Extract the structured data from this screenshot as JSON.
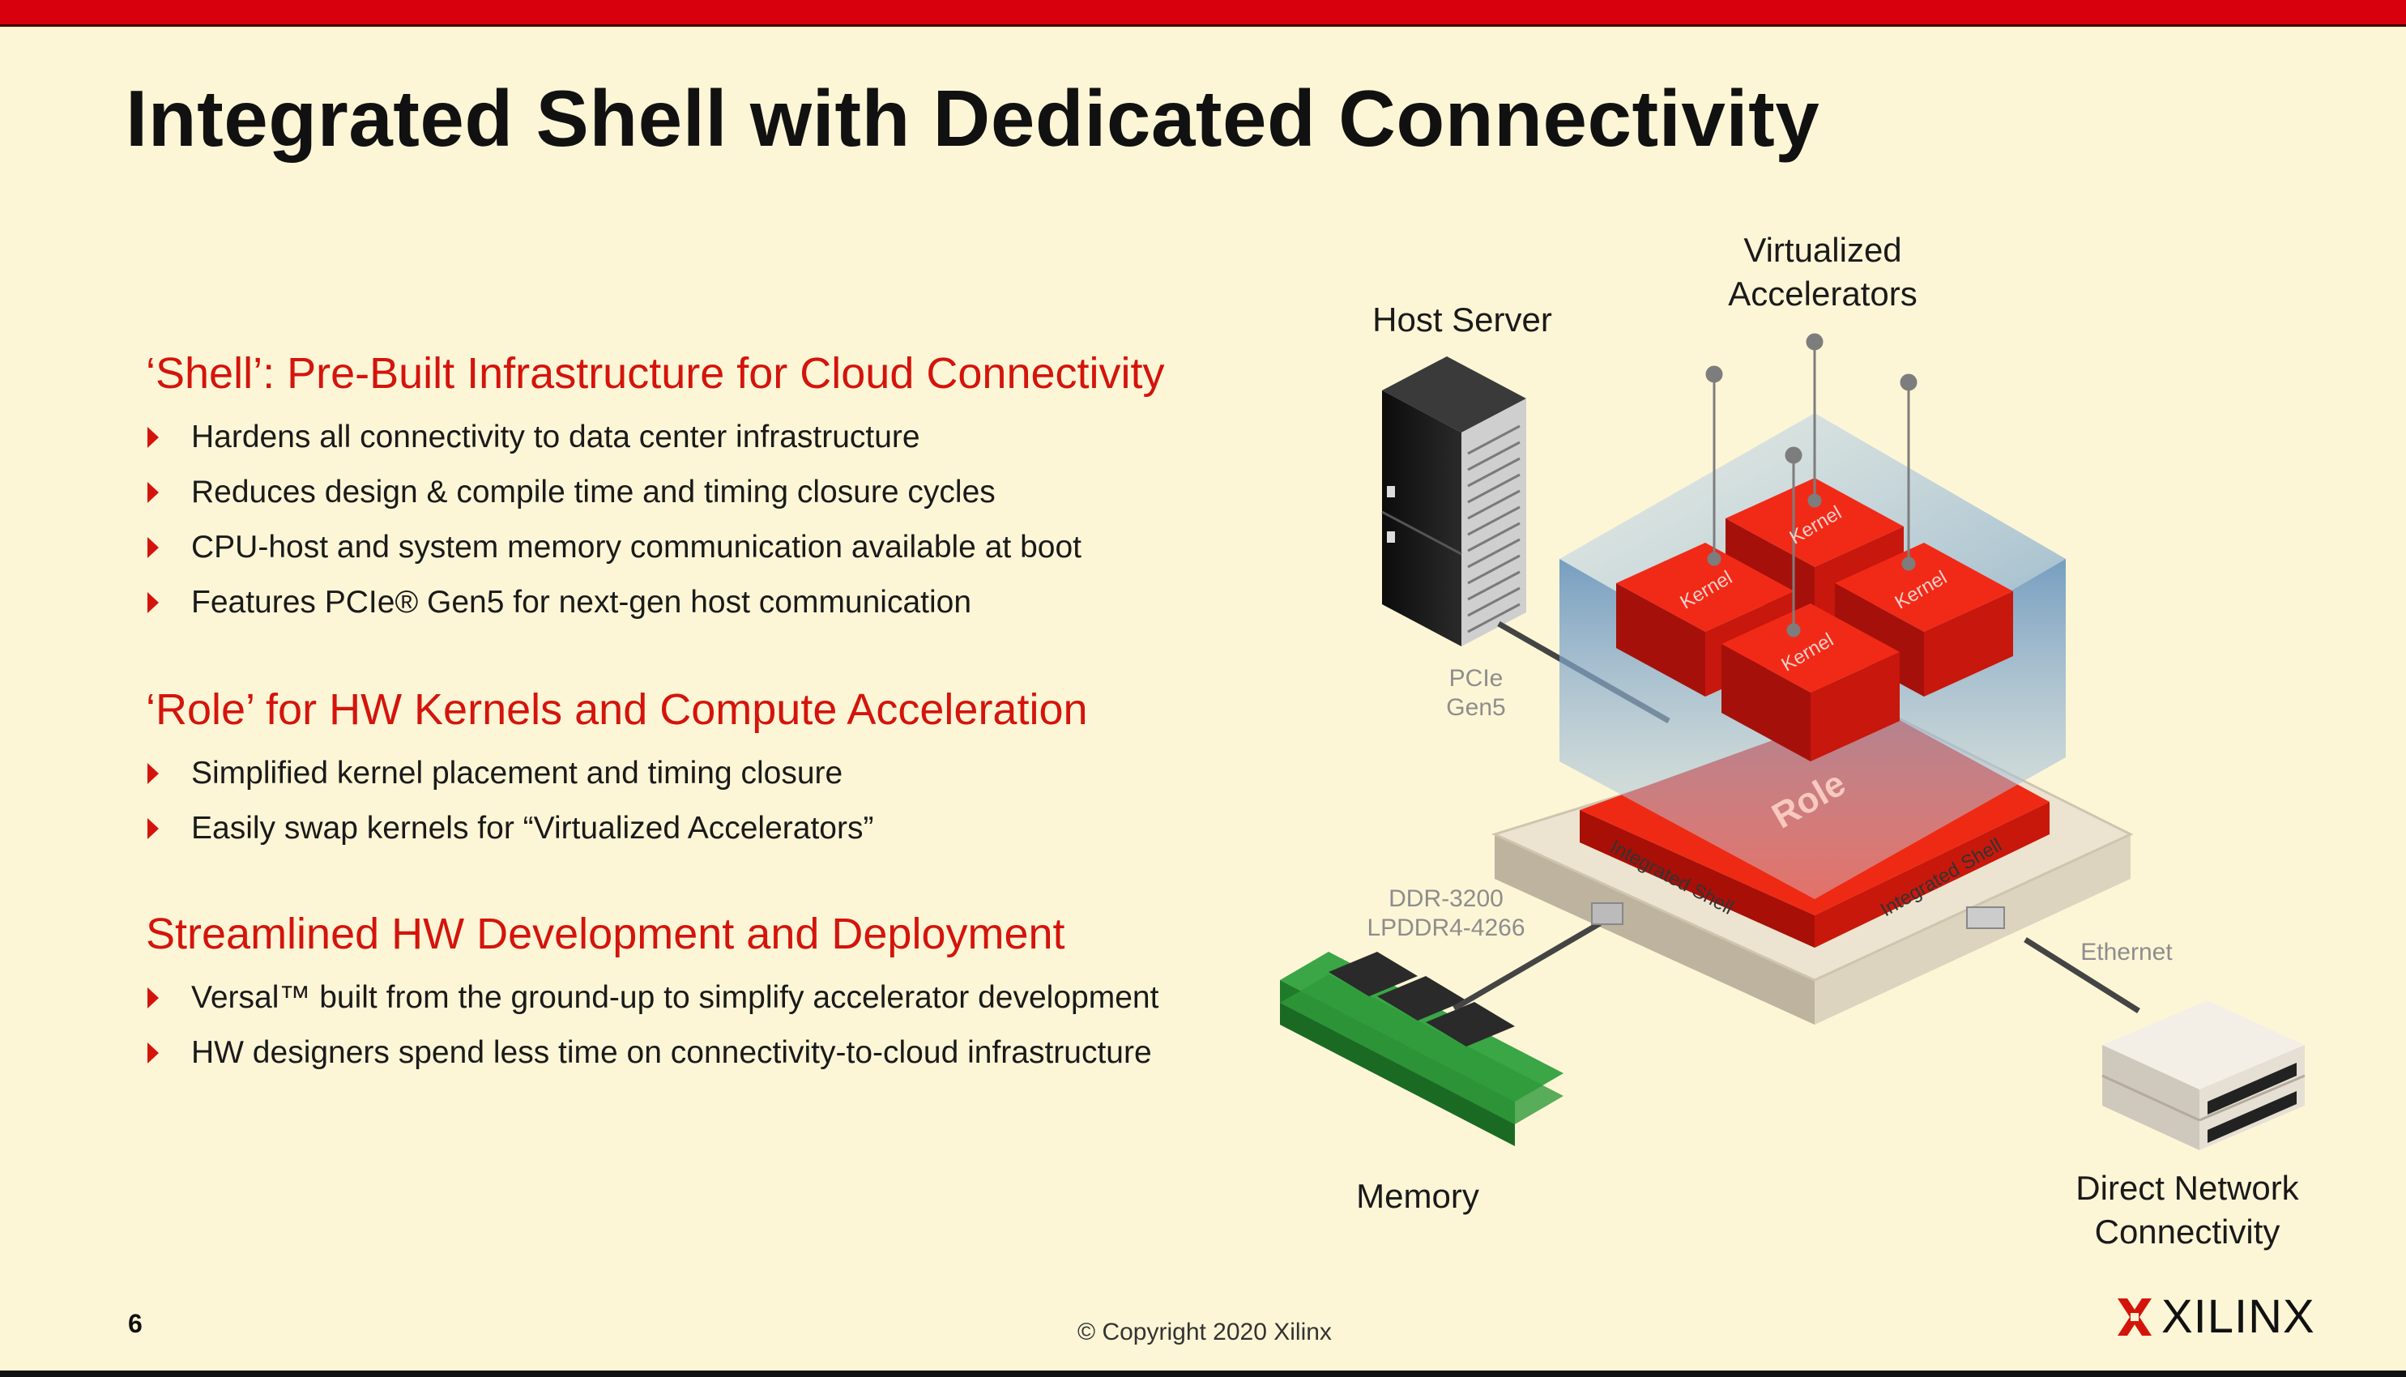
{
  "title": "Integrated Shell with Dedicated Connectivity",
  "sections": [
    {
      "heading": "‘Shell’: Pre-Built Infrastructure for Cloud Connectivity",
      "bullets": [
        "Hardens all connectivity to data center infrastructure",
        "Reduces design & compile time and timing closure cycles",
        "CPU-host and system memory communication available at boot",
        "Features PCIe® Gen5 for next-gen host communication"
      ]
    },
    {
      "heading": "‘Role’ for HW Kernels and Compute Acceleration",
      "bullets": [
        "Simplified kernel placement and timing closure",
        "Easily swap kernels for “Virtualized Accelerators”"
      ]
    },
    {
      "heading": "Streamlined HW Development and Deployment",
      "bullets": [
        "Versal™ built from the ground-up to simplify accelerator development",
        "HW designers spend less time on connectivity-to-cloud infrastructure"
      ]
    }
  ],
  "diagram": {
    "host_server": "Host Server",
    "virtualized_accelerators": [
      "Virtualized",
      "Accelerators"
    ],
    "pcie": [
      "PCIe",
      "Gen5"
    ],
    "memory_types": [
      "DDR-3200",
      "LPDDR4-4266"
    ],
    "memory": "Memory",
    "ethernet": "Ethernet",
    "direct_network": [
      "Direct Network",
      "Connectivity"
    ],
    "kernel_label": "Kernel",
    "role_label": "Role",
    "shell_label": "Integrated Shell",
    "colors": {
      "accent": "#d4140c",
      "kernel": "#e0160e",
      "role": "#ef2a14",
      "glass": "#8fb6d6",
      "pcb": "#2f9a3a"
    }
  },
  "footer": {
    "page_number": "6",
    "copyright": "© Copyright 2020 Xilinx",
    "logo_text": "XILINX"
  }
}
